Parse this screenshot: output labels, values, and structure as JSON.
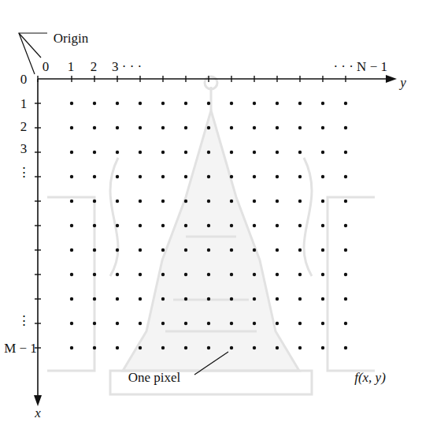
{
  "diagram": {
    "labels": [
      "Origin",
      "0",
      "1",
      "2",
      "3 · · ·",
      "· · · N − 1",
      "y",
      "0",
      "1",
      "2",
      "3",
      "⋮",
      "⋮",
      "M − 1",
      "x",
      "One pixel",
      "f(x, y)"
    ]
  }
}
